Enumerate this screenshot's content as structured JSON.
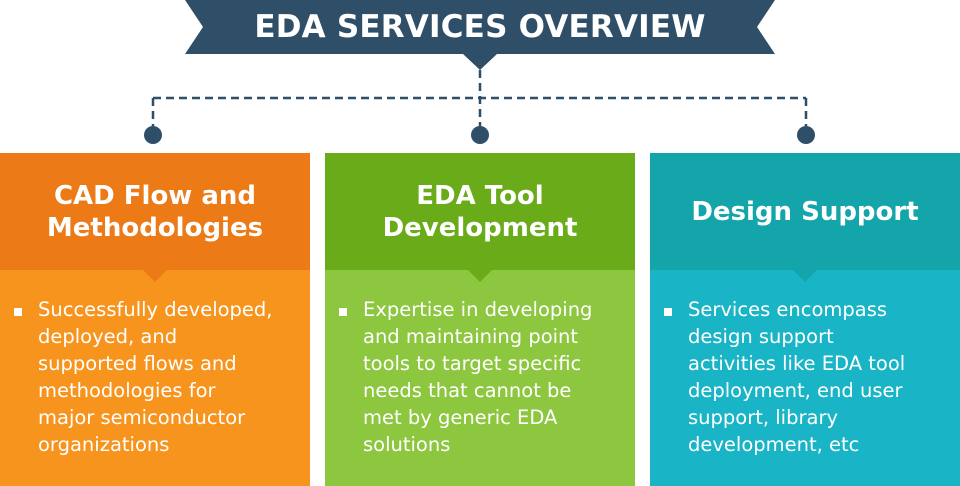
{
  "header": {
    "title": "EDA SERVICES OVERVIEW"
  },
  "colors": {
    "banner": "#2f4f69",
    "connector": "#2f4f69"
  },
  "cards": [
    {
      "title": "CAD Flow and\nMethodologies",
      "bullet": "Successfully developed,\ndeployed, and\nsupported flows and\nmethodologies for\nmajor semiconductor\norganizations",
      "head_color": "#ec7a16",
      "body_color": "#f7941d"
    },
    {
      "title": "EDA Tool\nDevelopment",
      "bullet": "Expertise in developing\nand maintaining point\ntools to target specific\nneeds that cannot be\nmet by generic EDA\nsolutions",
      "head_color": "#6aab1a",
      "body_color": "#8dc63f"
    },
    {
      "title": "Design Support",
      "bullet": "Services encompass\ndesign support\nactivities like EDA tool\ndeployment, end user\nsupport, library\ndevelopment, etc",
      "head_color": "#13a5a9",
      "body_color": "#19b5c6"
    }
  ]
}
